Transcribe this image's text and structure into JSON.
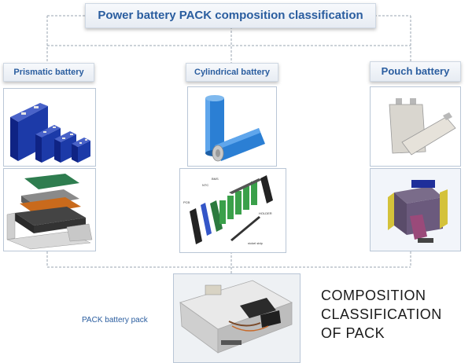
{
  "title": "Power battery PACK composition classification",
  "columns": [
    {
      "label": "Prismatic battery"
    },
    {
      "label": "Cylindrical battery"
    },
    {
      "label": "Pouch battery"
    }
  ],
  "pack": {
    "label": "PACK battery pack"
  },
  "composition_text": [
    "COMPOSITION",
    "CLASSIFICATION",
    "OF PACK"
  ],
  "colors": {
    "accent": "#2a5d9f",
    "line": "#9aa4b0",
    "cell_blue": "#1c3aa8",
    "cyl_blue": "#2b7fd4"
  }
}
